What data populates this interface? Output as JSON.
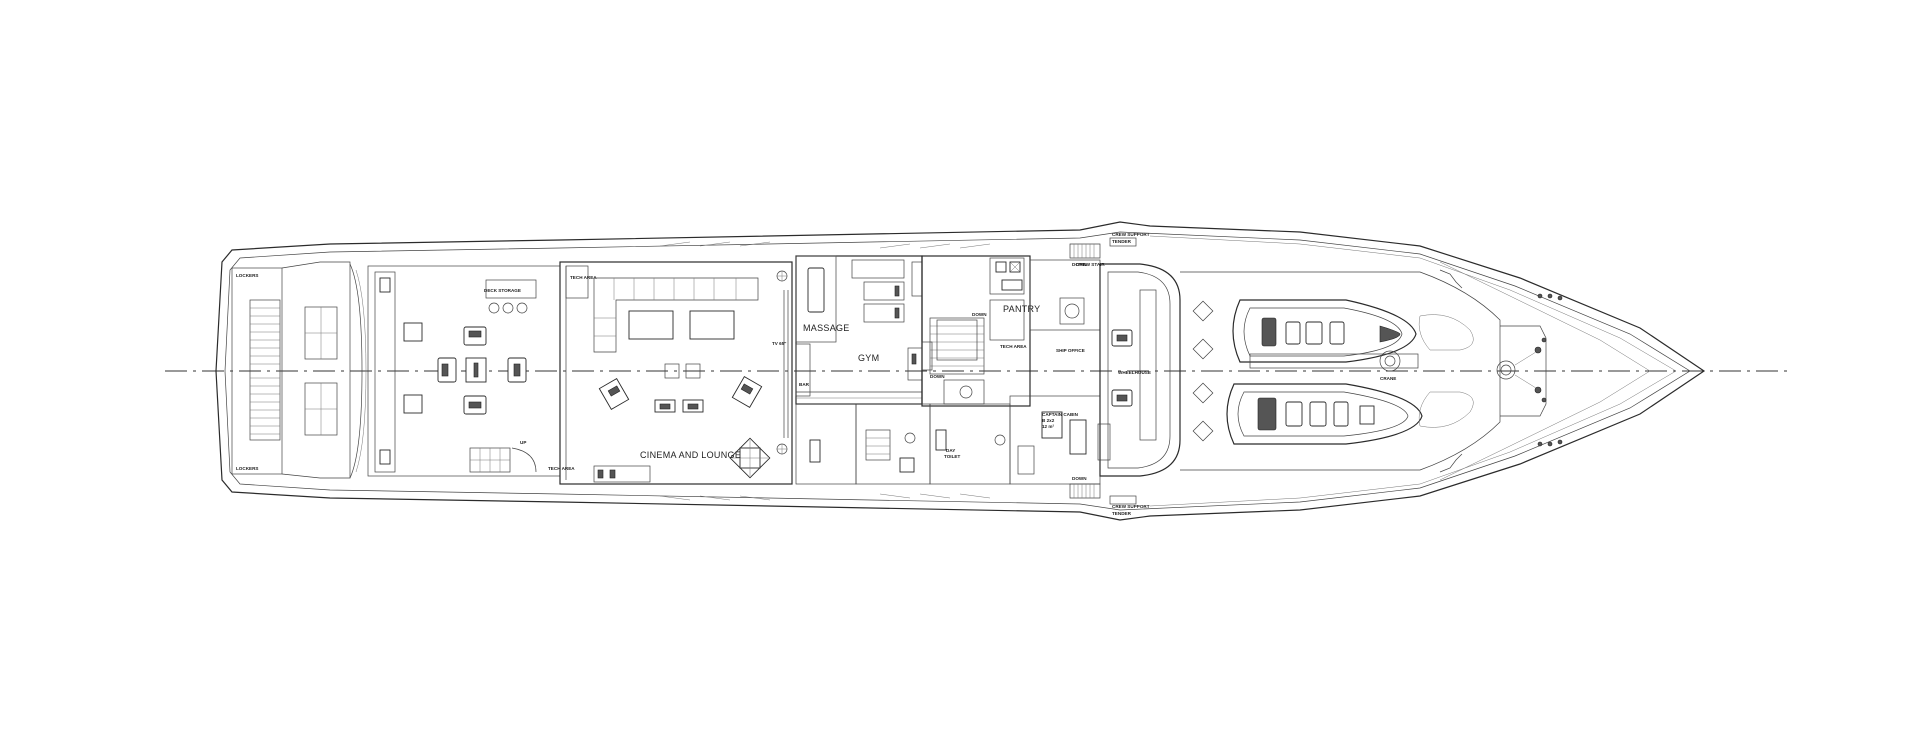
{
  "plan": {
    "rooms": {
      "cinema_lounge": "CINEMA AND LOUNGE",
      "massage": "MASSAGE",
      "gym": "GYM",
      "pantry": "PANTRY",
      "captain_cabin_line1": "CAPTAIN CABIN",
      "captain_cabin_line2": "B 2x2",
      "captain_cabin_line3": "12 m²",
      "tech_area": "TECH AREA",
      "day_toilet_line1": "DAY",
      "day_toilet_line2": "TOILET",
      "ship_office": "SHIP OFFICE",
      "wheelhouse": "WHEELHOUSE",
      "crew_stair": "CREW STAIR",
      "tender_garage_line1": "CREW SUPPORT",
      "tender_garage_line2": "TENDER",
      "deck_storage": "DECK STORAGE",
      "bar": "BAR",
      "tv_label": "TV 65\"",
      "down": "DOWN",
      "up": "UP",
      "crane": "CRANE",
      "lockers": "LOCKERS"
    }
  }
}
